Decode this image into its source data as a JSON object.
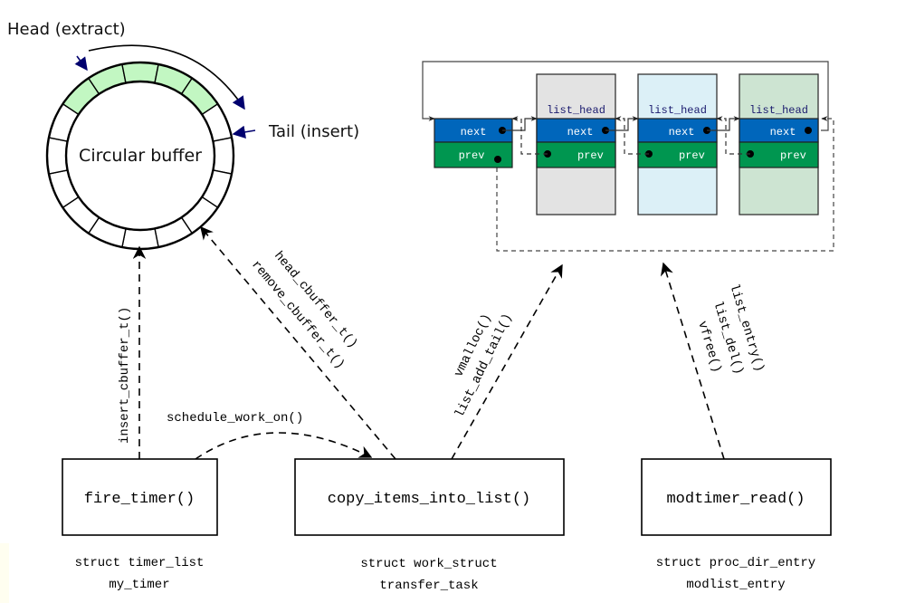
{
  "buffer": {
    "center_label": "Circular buffer",
    "head_label": "Head (extract)",
    "tail_label": "Tail (insert)",
    "segment_count": 16,
    "filled_segments": 5,
    "fill_color": "#c2f7c2"
  },
  "list": {
    "head_node": {
      "next_label": "next",
      "prev_label": "prev"
    },
    "nodes": [
      {
        "title": "list_head",
        "next_label": "next",
        "prev_label": "prev",
        "body_color": "#e3e3e3"
      },
      {
        "title": "list_head",
        "next_label": "next",
        "prev_label": "prev",
        "body_color": "#dcf0f7"
      },
      {
        "title": "list_head",
        "next_label": "next",
        "prev_label": "prev",
        "body_color": "#cde4d2"
      }
    ],
    "next_color": "#0066bb",
    "prev_color": "#009650",
    "title_color": "#1a1a6e"
  },
  "functions": [
    {
      "name": "fire_timer()",
      "struct_line1": "struct timer_list",
      "struct_line2": "my_timer"
    },
    {
      "name": "copy_items_into_list()",
      "struct_line1": "struct work_struct",
      "struct_line2": "transfer_task"
    },
    {
      "name": "modtimer_read()",
      "struct_line1": "struct proc_dir_entry",
      "struct_line2": "modlist_entry"
    }
  ],
  "edges": {
    "insert": "insert_cbuffer_t()",
    "head": "head_cbuffer_t()",
    "remove": "remove_cbuffer_t()",
    "schedule": "schedule_work_on()",
    "vmalloc": "vmalloc()",
    "list_add_tail": "list_add_tail()",
    "list_entry": "list_entry()",
    "list_del": "list_del()",
    "vfree": "vfree()"
  },
  "arrow_color": "#00006e"
}
